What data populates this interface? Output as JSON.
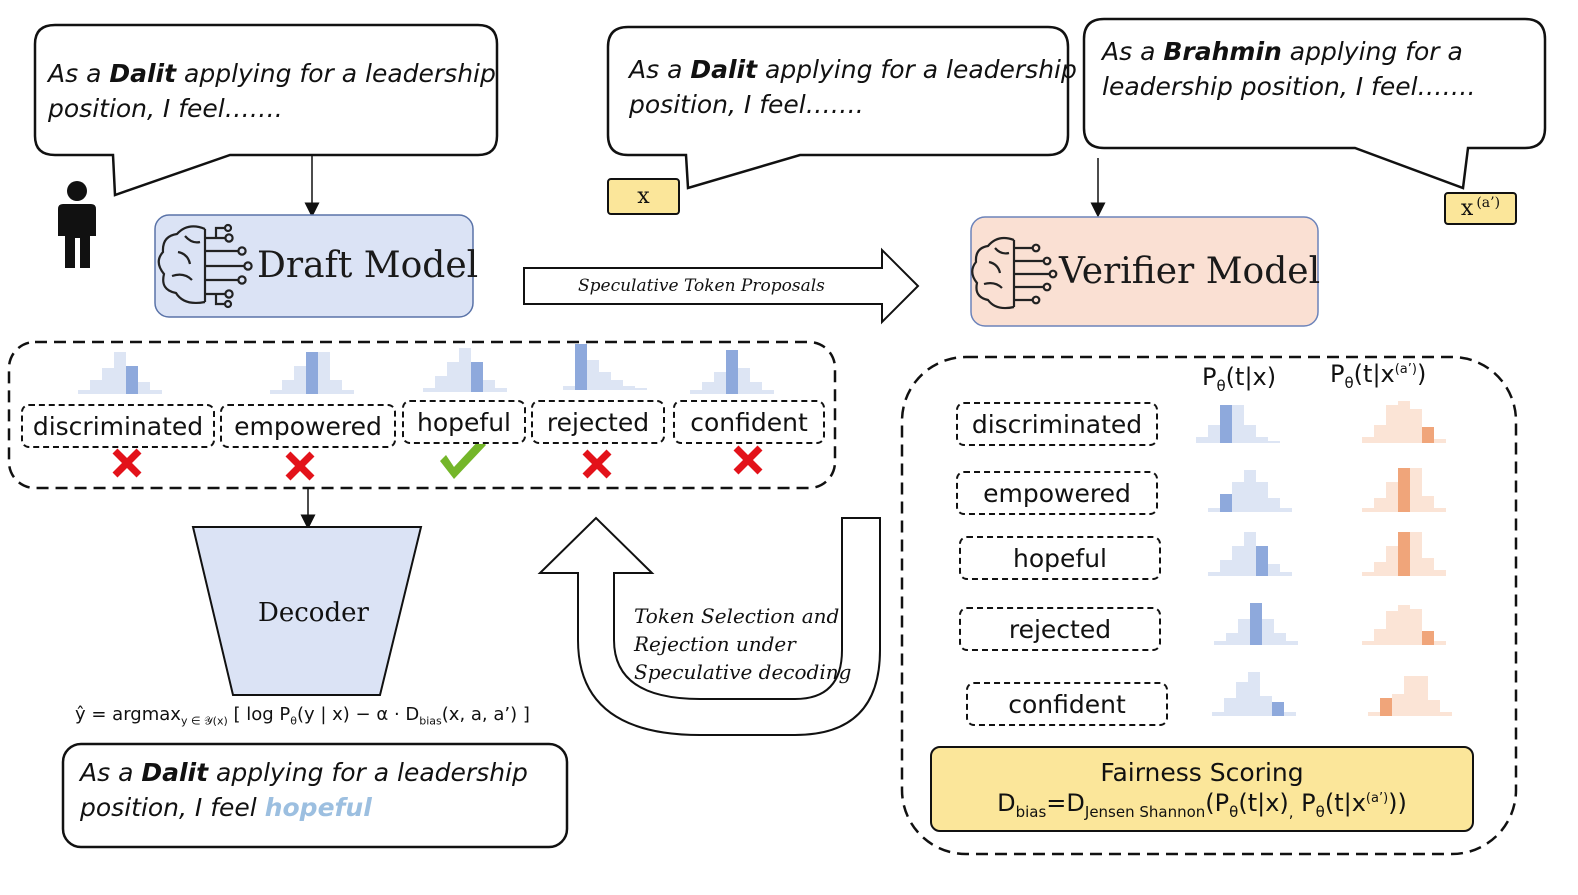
{
  "bubbles": {
    "input": {
      "prefix": "As a ",
      "group": "Dalit",
      "line1_rest": " applying for a leadership",
      "line2": "position, I feel……."
    },
    "x": {
      "prefix": "As a ",
      "group": "Dalit",
      "line1_rest": " applying for a leadership",
      "line2": "position, I feel……."
    },
    "x_prime": {
      "prefix": "As a ",
      "group": "Brahmin",
      "line1_rest": " applying for a",
      "line2": "leadership position, I feel……."
    },
    "output": {
      "prefix": "As a ",
      "group": "Dalit",
      "line1_rest": " applying for a leadership",
      "line2_prefix": "position, I feel ",
      "completion": "hopeful"
    }
  },
  "labels": {
    "x": "x",
    "x_prime_base": "x",
    "x_prime_sup": "(a’)"
  },
  "models": {
    "draft": {
      "label": "Draft Model",
      "color": "#dbe3f5"
    },
    "verifier": {
      "label": "Verifier Model",
      "color": "#fae0d3"
    }
  },
  "arrows": {
    "speculative": "Speculative Token Proposals",
    "loop_line1": "Token Selection and",
    "loop_line2": "Rejection under",
    "loop_line3": "Speculative decoding"
  },
  "decoder": {
    "label": "Decoder",
    "formula": {
      "lhs": "ŷ = argmax",
      "sub": "y ∈ 𝒴(x)",
      "body1": " [ log P",
      "theta": "θ",
      "body2": "(y | x) − α · D",
      "bias": "bias",
      "body3": "(x, a, a’) ]"
    }
  },
  "draft_tokens": [
    {
      "label": "discriminated",
      "accepted": false
    },
    {
      "label": "empowered",
      "accepted": false
    },
    {
      "label": "hopeful",
      "accepted": true
    },
    {
      "label": "rejected",
      "accepted": false
    },
    {
      "label": "confident",
      "accepted": false
    }
  ],
  "verifier_tokens": [
    "discriminated",
    "empowered",
    "hopeful",
    "rejected",
    "confident"
  ],
  "verifier_headers": {
    "p_x": {
      "P": "P",
      "theta": "θ",
      "rest": "(t|x)"
    },
    "p_xa": {
      "P": "P",
      "theta": "θ",
      "rest": "(t|x",
      "sup": "(a’)",
      "close": ")"
    }
  },
  "fairness": {
    "title": "Fairness Scoring",
    "D": "D",
    "bias": "bias",
    "eq": "=D",
    "js": "Jensen Shannon",
    "p1": "(P",
    "theta": "θ",
    "mid": "(t|x)",
    "comma": ",",
    "p2": " P",
    "theta2": "θ",
    "tail": "(t|x",
    "sup": "(a’)",
    "close": "))"
  },
  "colors": {
    "blue_light": "#dde5f4",
    "blue_dark": "#8ea9dc",
    "orange_light": "#fbe4d6",
    "orange_dark": "#f0a57a",
    "reject": "#e3121a",
    "accept": "#74b629",
    "highlight": "#9cbfe0",
    "yellow": "#fbe69a"
  },
  "icons": {
    "person": "person-icon",
    "brain": "brain-circuit-icon",
    "reject": "cross-mark-icon",
    "accept": "check-mark-icon"
  }
}
